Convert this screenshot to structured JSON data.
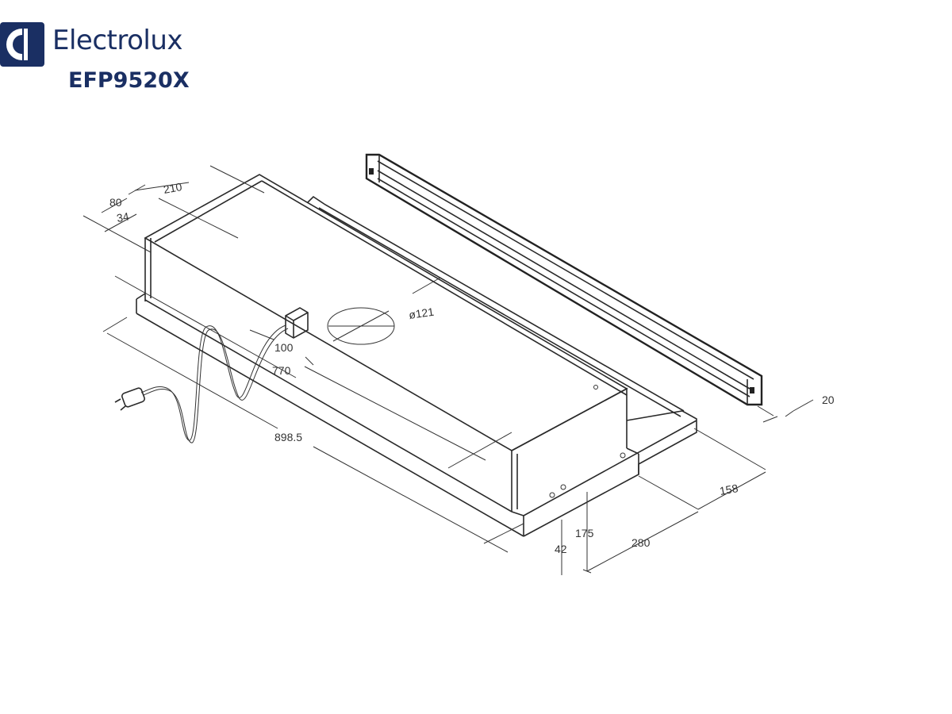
{
  "brand": {
    "name": "Electrolux",
    "model": "EFP9520X",
    "color": "#1a2f63"
  },
  "dimensions": {
    "d210": "210",
    "d80": "80",
    "d34": "34",
    "d121": "ø121",
    "d100": "100",
    "d770": "770",
    "d898_5": "898.5",
    "d20": "20",
    "d158": "158",
    "d175": "175",
    "d280": "280",
    "d42": "42"
  }
}
